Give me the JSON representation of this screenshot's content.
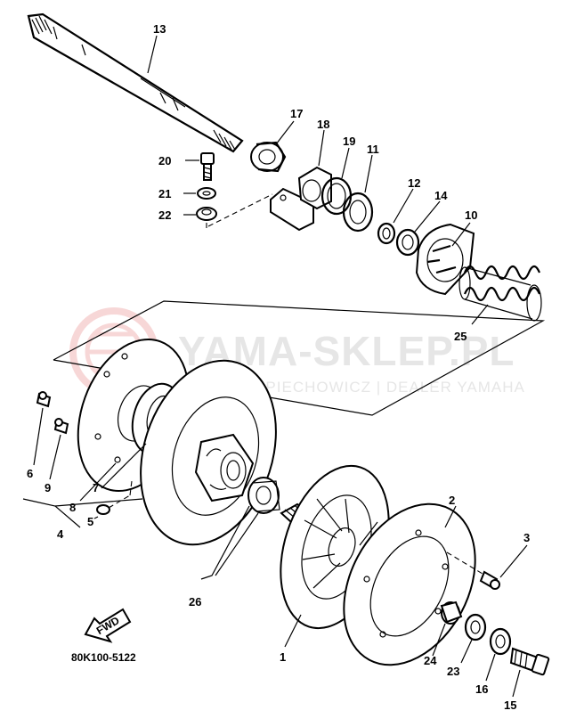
{
  "diagram": {
    "watermark": {
      "main": "YAMA-SKLEP.PL",
      "sub": "WIOLETTA PIECHOWICZ | DEALER YAMAHA"
    },
    "part_labels": {
      "p1": "1",
      "p2": "2",
      "p3": "3",
      "p4": "4",
      "p5": "5",
      "p6": "6",
      "p7": "7",
      "p8": "8",
      "p9": "9",
      "p10": "10",
      "p11": "11",
      "p12": "12",
      "p13": "13",
      "p14": "14",
      "p15": "15",
      "p16": "16",
      "p17": "17",
      "p18": "18",
      "p19": "19",
      "p20": "20",
      "p21": "21",
      "p22": "22",
      "p23": "23",
      "p24": "24",
      "p25": "25",
      "p26": "26"
    },
    "fwd_label": "FWD",
    "drawing_code": "80K100-5122"
  }
}
